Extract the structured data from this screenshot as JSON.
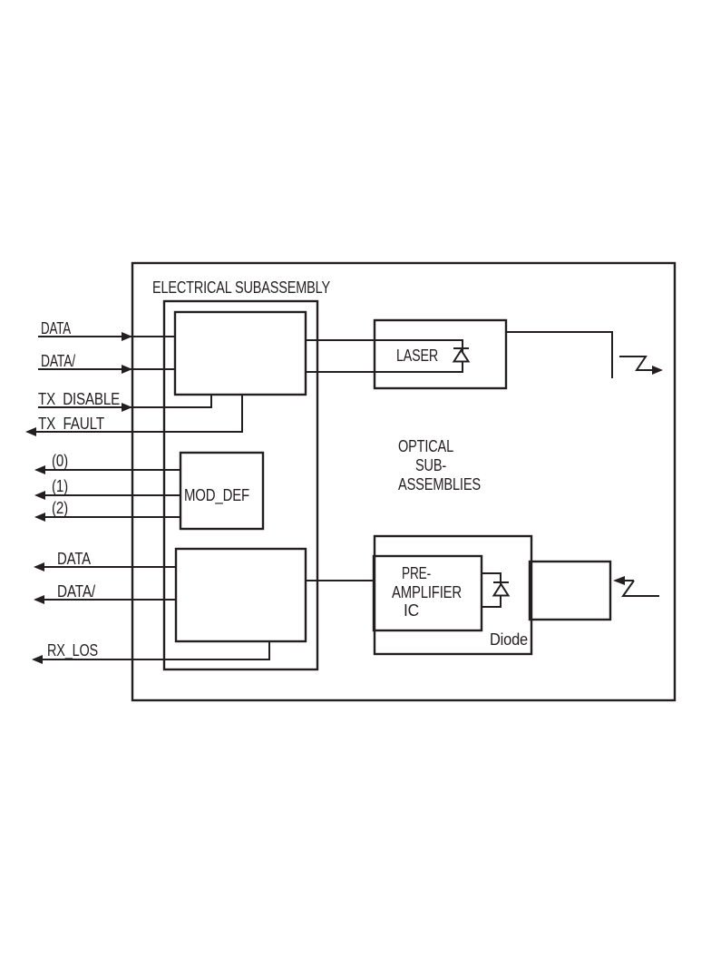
{
  "colors": {
    "line": "#231f20",
    "background": "#ffffff"
  },
  "module": {
    "esa_title": "ELECTRICAL SUBASSEMBLY",
    "optical_label": {
      "line1": "OPTICAL",
      "line2": "SUB-",
      "line3": "ASSEMBLIES"
    },
    "tx_signals": [
      {
        "label": "DATA",
        "direction": "in"
      },
      {
        "label": "DATA/",
        "direction": "in"
      },
      {
        "label": "TX_DISABLE",
        "direction": "in"
      },
      {
        "label": "TX_FAULT",
        "direction": "out"
      }
    ],
    "mod_def_signals": [
      {
        "label": "(0)",
        "direction": "out"
      },
      {
        "label": "(1)",
        "direction": "out"
      },
      {
        "label": "(2)",
        "direction": "out"
      }
    ],
    "rx_signals": [
      {
        "label": "DATA",
        "direction": "out"
      },
      {
        "label": "DATA/",
        "direction": "out"
      },
      {
        "label": "RX_LOS",
        "direction": "out"
      }
    ],
    "blocks": {
      "mod_def": "MOD_DEF",
      "laser": "LASER",
      "preamp": {
        "line1": "PRE-",
        "line2": "AMPLIFIER",
        "line3": "IC"
      },
      "diode": "Diode"
    }
  }
}
